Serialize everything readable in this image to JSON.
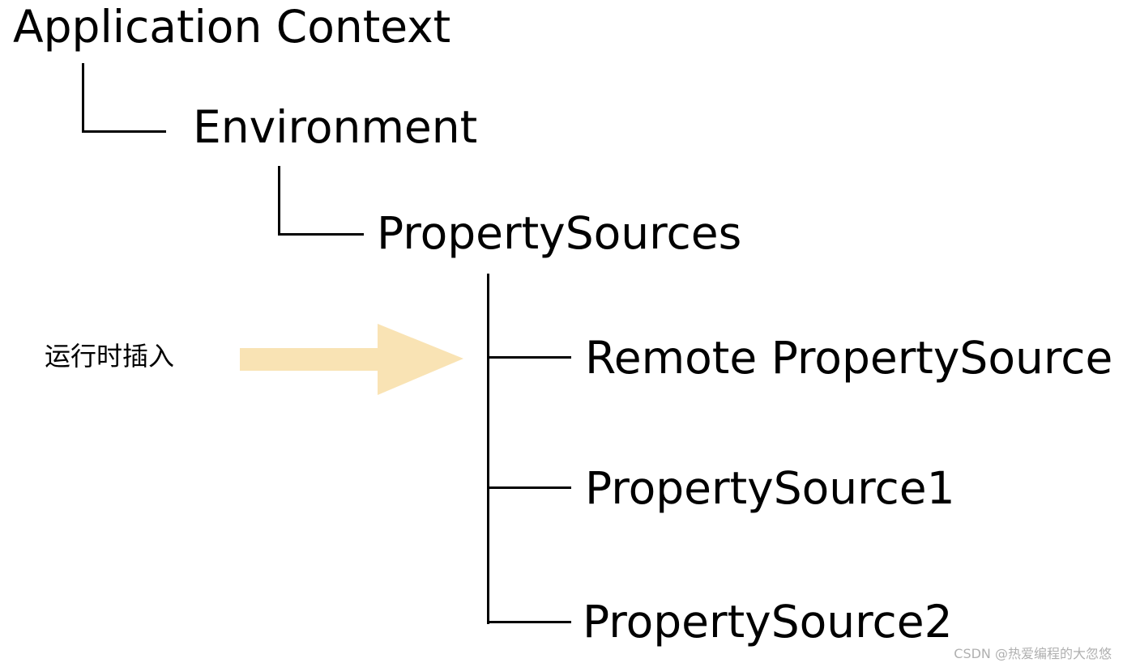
{
  "tree": {
    "root": "Application Context",
    "environment": "Environment",
    "property_sources": "PropertySources",
    "children": [
      "Remote PropertySource",
      "PropertySource1",
      "PropertySource2"
    ]
  },
  "annotation": {
    "label": "运行时插入",
    "arrow_color": "#f9e3b4"
  },
  "watermark": "CSDN @热爱编程的大忽悠"
}
